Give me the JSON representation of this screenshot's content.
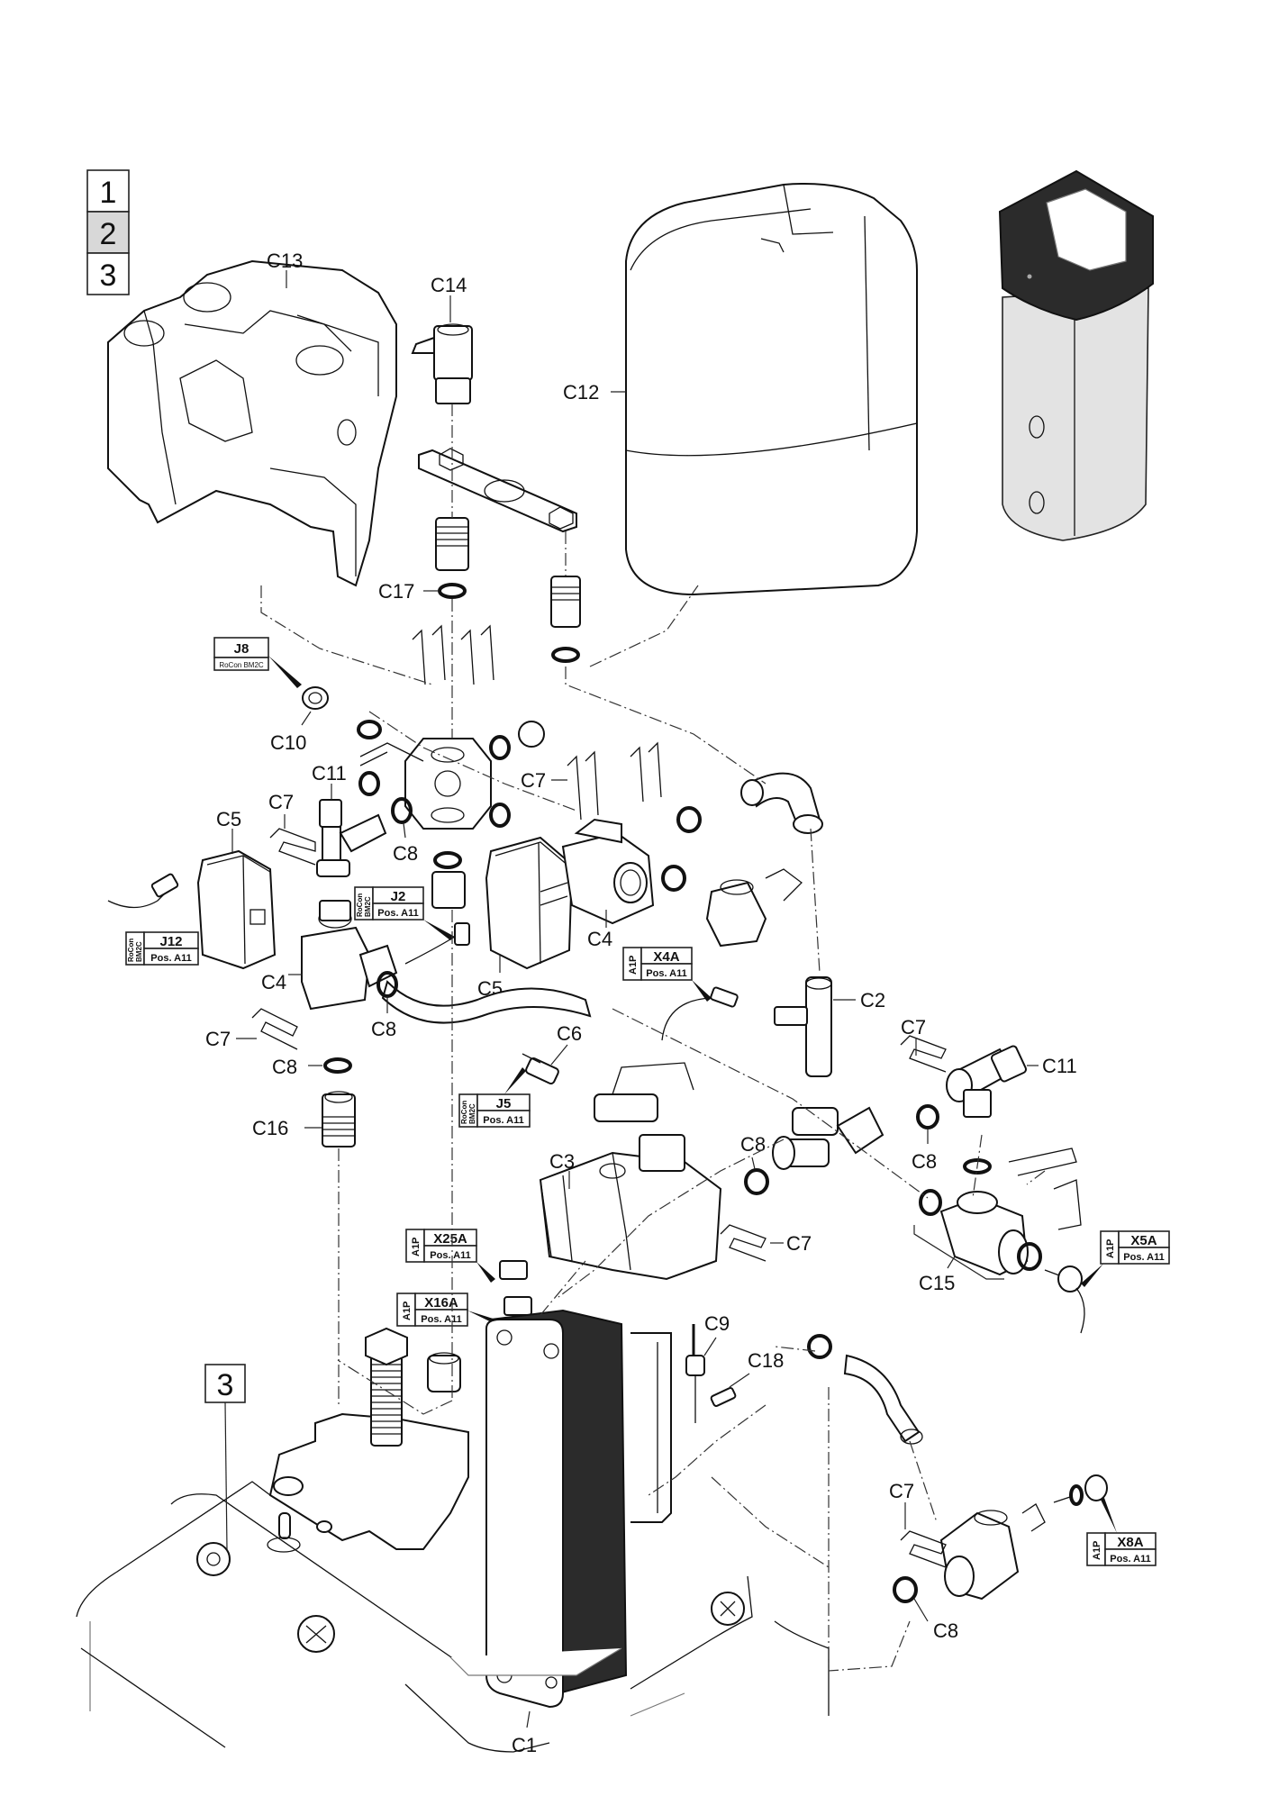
{
  "page": {
    "title": "Exploded view – hydraulic module / heat pump indoor unit, view 2"
  },
  "view_selector": {
    "items": [
      {
        "label": "1",
        "selected": false
      },
      {
        "label": "2",
        "selected": true
      },
      {
        "label": "3",
        "selected": false
      }
    ]
  },
  "detail_ref": {
    "label": "3"
  },
  "callouts": {
    "C1": "C1",
    "C2": "C2",
    "C3": "C3",
    "C4_left": "C4",
    "C4_right": "C4",
    "C5_left": "C5",
    "C5_mid": "C5",
    "C6": "C6",
    "C7_left_top": "C7",
    "C7_left_bottom": "C7",
    "C7_mid": "C7",
    "C7_right_top": "C7",
    "C7_right_mid": "C7",
    "C7_right_bottom": "C7",
    "C8_left_top": "C8",
    "C8_left_mid": "C8",
    "C8_left_bottom": "C8",
    "C8_center": "C8",
    "C8_right": "C8",
    "C8_bottom_right": "C8",
    "C9": "C9",
    "C10": "C10",
    "C11_left": "C11",
    "C11_right": "C11",
    "C12": "C12",
    "C13": "C13",
    "C14": "C14",
    "C15": "C15",
    "C16": "C16",
    "C17": "C17",
    "C18": "C18"
  },
  "connectors": {
    "J8": {
      "title": "J8",
      "sub": "RoCon BM2C"
    },
    "J12": {
      "title": "J12",
      "sub": "Pos. A11",
      "side_1": "RoCon",
      "side_2": "BM2C"
    },
    "J2": {
      "title": "J2",
      "sub": "Pos. A11",
      "side_1": "RoCon",
      "side_2": "BM2C"
    },
    "J5": {
      "title": "J5",
      "sub": "Pos. A11",
      "side_1": "RoCon",
      "side_2": "BM2C"
    },
    "X4A": {
      "title": "X4A",
      "sub": "Pos. A11",
      "side_1": "A1P"
    },
    "X25A": {
      "title": "X25A",
      "sub": "Pos. A11",
      "side_1": "A1P"
    },
    "X16A": {
      "title": "X16A",
      "sub": "Pos. A11",
      "side_1": "A1P"
    },
    "X5A": {
      "title": "X5A",
      "sub": "Pos. A11",
      "side_1": "A1P"
    },
    "X8A": {
      "title": "X8A",
      "sub": "Pos. A11",
      "side_1": "A1P"
    }
  },
  "colors": {
    "line": "#111111",
    "selected_view": "#d8d8d8",
    "unit_top_cover": "#2b2b2b",
    "unit_body": "#e3e3e3"
  }
}
